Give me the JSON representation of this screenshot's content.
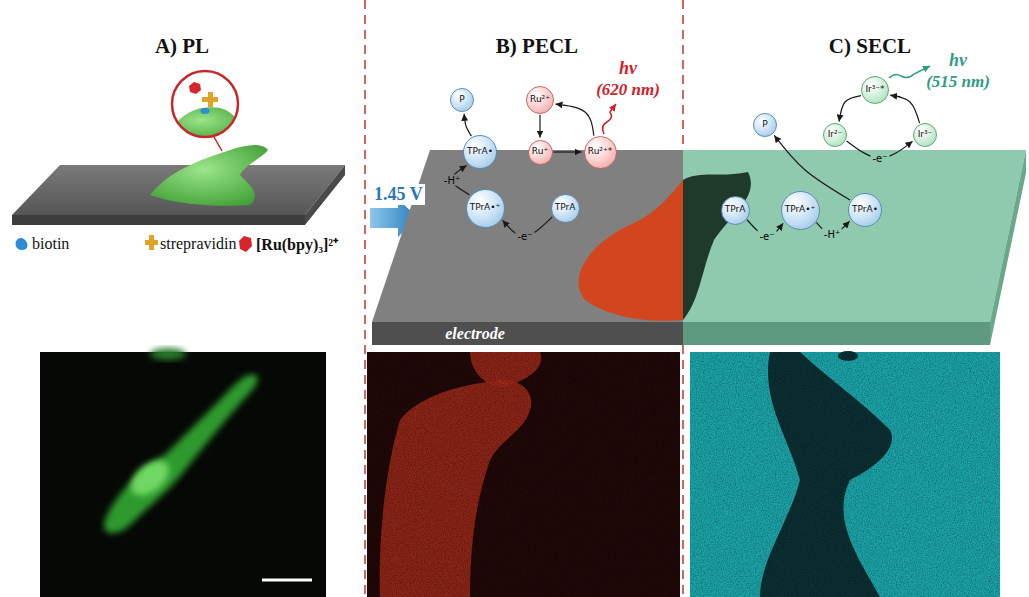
{
  "diagram": {
    "nodes": [
      {
        "text": [
          "P"
        ]
      },
      {
        "text": [
          "Ru²⁺"
        ]
      },
      {
        "text": [
          "TPrA•"
        ]
      },
      {
        "text": [
          "Ru⁺"
        ]
      },
      {
        "text": [
          "Ru²⁺*"
        ]
      },
      {
        "text": [
          "TPrA•⁺"
        ]
      },
      {
        "text": [
          "TPrA"
        ]
      },
      {
        "text": [
          "P"
        ]
      },
      {
        "text": [
          "Ir³⁻*"
        ]
      },
      {
        "text": [
          "Ir²⁻"
        ]
      },
      {
        "text": [
          "Ir³⁻"
        ]
      },
      {
        "text": [
          "TPrA"
        ]
      },
      {
        "text": [
          "TPrA•⁺"
        ]
      },
      {
        "text": [
          "TPrA•"
        ]
      }
    ],
    "edges": [
      {
        "from": 6,
        "to": 5,
        "arrow": "to",
        "label": "-e⁻"
      },
      {
        "from": 5,
        "to": 2,
        "arrow": "to",
        "label": "-H⁺"
      },
      {
        "from": 2,
        "to": 0,
        "arrow": "to"
      },
      {
        "from": 1,
        "to": 3,
        "arrow": "to"
      },
      {
        "from": 3,
        "to": 4,
        "arrow": "to"
      },
      {
        "from": 4,
        "to": 1,
        "arrow": "to"
      },
      {
        "from": 11,
        "to": 12,
        "arrow": "to",
        "label": "-e⁻"
      },
      {
        "from": 12,
        "to": 13,
        "arrow": "to",
        "label": "-H⁺"
      },
      {
        "from": 13,
        "to": 7,
        "arrow": "to"
      },
      {
        "from": 9,
        "to": 10,
        "arrow": "to",
        "label": "-e⁻"
      },
      {
        "from": 10,
        "to": 8,
        "arrow": "to"
      },
      {
        "from": 8,
        "to": 9,
        "arrow": "to"
      }
    ],
    "labels": [
      "A) PL",
      "B) PECL",
      "C) SECL",
      "1.45 V",
      "hv",
      "(620 nm)",
      "hv",
      "(515 nm)",
      "electrode"
    ],
    "legend": [
      {
        "text": "biotin"
      },
      {
        "text": "strepravidin"
      },
      {
        "text": "[Ru(bpy)₃]²⁺"
      }
    ]
  }
}
